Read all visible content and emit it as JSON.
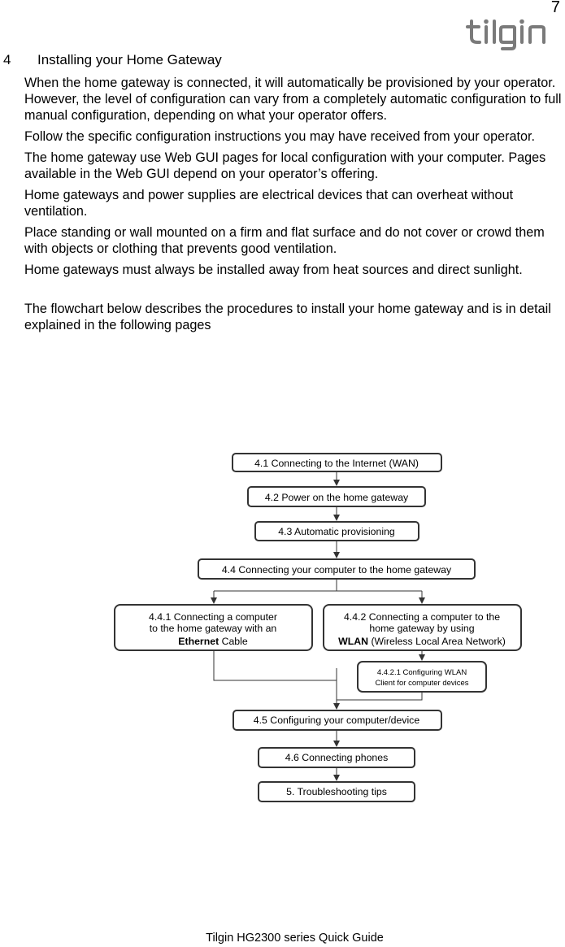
{
  "page_number": "7",
  "logo_text": "tilgin",
  "heading": {
    "number": "4",
    "title": "Installing your Home Gateway"
  },
  "paragraphs": [
    "When the home gateway is connected, it will automatically be provisioned by your operator. However, the level of configuration can vary from a completely automatic configuration to full manual configuration, depending on what your operator offers.",
    "Follow the specific configuration instructions you may have received from your operator.",
    "The home gateway use Web GUI pages for local configuration with your computer. Pages available in the Web GUI depend on your operator’s offering.",
    "Home gateways and power supplies are electrical devices that can overheat without ventilation.",
    "Place standing or wall mounted on a firm and flat surface and do not cover or crowd them with objects or clothing that prevents good ventilation.",
    "Home gateways must always be installed away from heat sources and direct sunlight.",
    "The flowchart below describes the procedures to install your home gateway and is in detail explained in the following pages"
  ],
  "flowchart": {
    "step_4_1": "4.1 Connecting to the Internet (WAN)",
    "step_4_2": "4.2 Power on the home gateway",
    "step_4_3": "4.3 Automatic provisioning",
    "step_4_4": "4.4 Connecting your computer to the home gateway",
    "step_4_4_1": {
      "line1": "4.4.1 Connecting a computer",
      "line2": "to the home gateway with an",
      "bold": "Ethernet",
      "rest": " Cable"
    },
    "step_4_4_2": {
      "line1": "4.4.2 Connecting a computer to the",
      "line2": "home gateway by using",
      "bold": "WLAN",
      "rest": " (Wireless Local Area Network)"
    },
    "step_4_4_2_1": {
      "line1": "4.4.2.1 Configuring WLAN",
      "line2": "Client for computer devices"
    },
    "step_4_5": "4.5 Configuring your computer/device",
    "step_4_6": "4.6 Connecting  phones",
    "step_5": "5. Troubleshooting tips"
  },
  "footer": "Tilgin HG2300 series Quick Guide"
}
